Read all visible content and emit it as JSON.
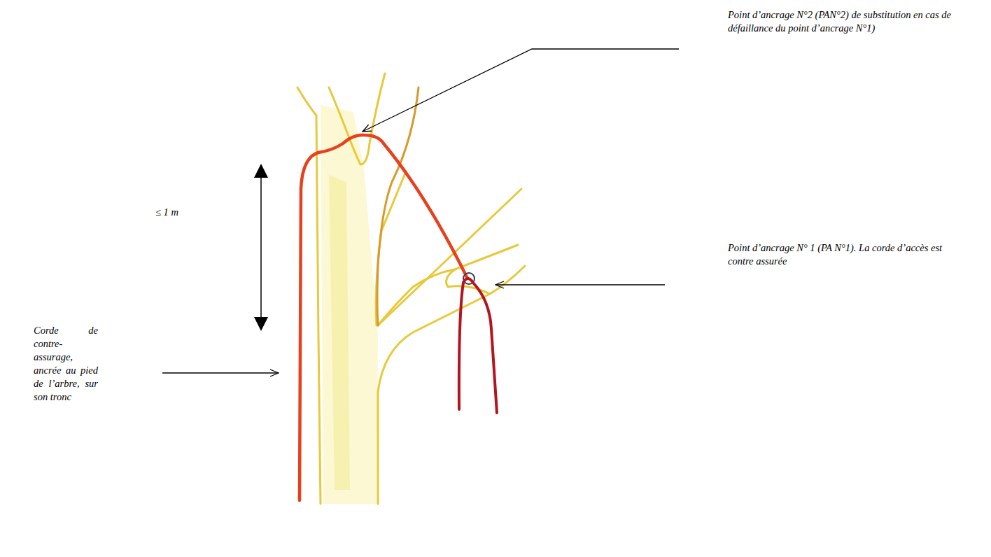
{
  "diagram": {
    "labels": [
      "Point d’ancrage N°2 (PAN°2) de substitution en cas de défaillance du point d’ancrage N°1)",
      "≤ 1 m",
      "Point d’ancrage N° 1 (PA N°1). La corde d’accès est contre assurée",
      "Corde de contre-assurage, ancrée au pied de l’arbre, sur son tronc"
    ]
  }
}
